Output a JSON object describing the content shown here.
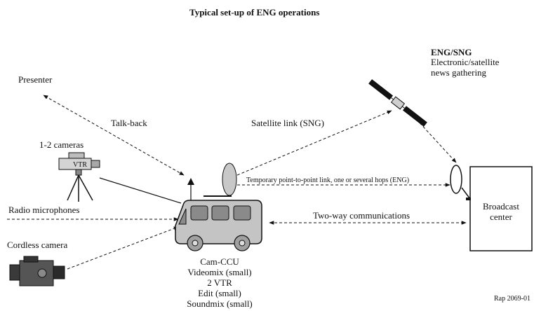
{
  "title": "Typical set-up of ENG operations",
  "eng_sng": {
    "heading": "ENG/SNG",
    "line1": "Electronic/satellite",
    "line2": "news gathering"
  },
  "labels": {
    "presenter": "Presenter",
    "talk_back": "Talk-back",
    "satellite_link": "Satellite link (SNG)",
    "cameras": "1-2 cameras",
    "radio_microphones": "Radio microphones",
    "cordless_camera": "Cordless camera",
    "temporary_link": "Temporary point-to-point link, one or several hops (ENG)",
    "two_way": "Two-way communications",
    "broadcast_line1": "Broadcast",
    "broadcast_line2": "center",
    "camera_tag": "VTR"
  },
  "van_equipment": [
    "Cam-CCU",
    "Videomix (small)",
    "2 VTR",
    "Edit (small)",
    "Soundmix (small)"
  ],
  "reference": "Rap 2069-01"
}
